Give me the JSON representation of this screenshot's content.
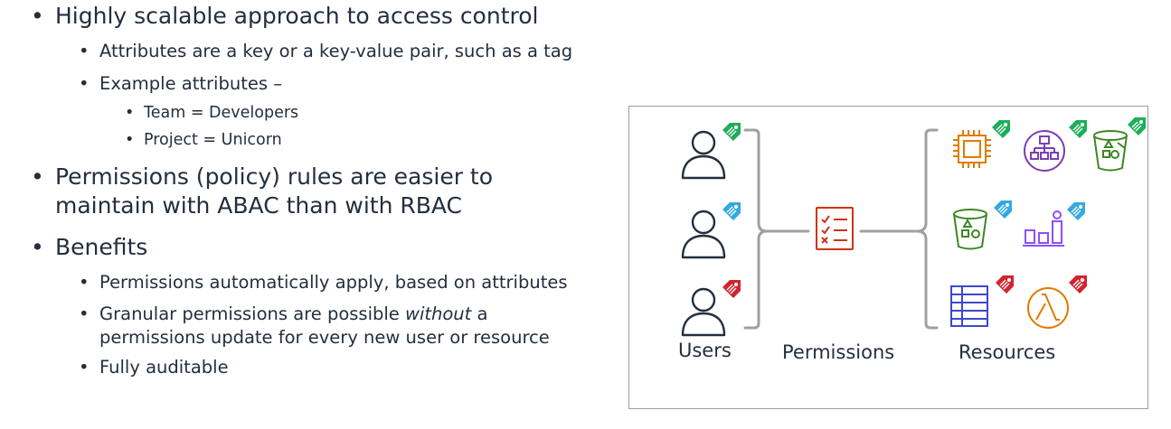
{
  "bullets": {
    "b1": "Highly scalable approach to access control",
    "b1_1": "Attributes are a key or a key-value pair, such as a tag",
    "b1_2": "Example attributes –",
    "b1_2_1": "Team = Developers",
    "b1_2_2": "Project = Unicorn",
    "b2_line1": "Permissions (policy) rules are easier to",
    "b2_line2": "maintain with ABAC than with RBAC",
    "b3": "Benefits",
    "b3_1": "Permissions automatically apply, based on attributes",
    "b3_2_pre": "Granular permissions are possible ",
    "b3_2_em": "without",
    "b3_2_post": " a",
    "b3_2_line2": "permissions update for every new user or resource",
    "b3_3": "Fully auditable"
  },
  "diagram": {
    "users_label": "Users",
    "permissions_label": "Permissions",
    "resources_label": "Resources",
    "colors": {
      "tag_green": "#1eae5a",
      "tag_blue": "#33a9e0",
      "tag_red": "#d1242f",
      "bracket": "#a0a0a0",
      "compute": "#e07b00",
      "network": "#7b3fb5",
      "storage": "#3f8624",
      "analytics": "#8c4fff",
      "database": "#3b48cc",
      "lambda": "#e07b00",
      "checklist": "#d13212"
    },
    "icons": [
      "user-icon",
      "checklist-icon",
      "compute-chip-icon",
      "network-hierarchy-icon",
      "storage-bucket-icon",
      "analytics-bars-icon",
      "database-table-icon",
      "lambda-icon",
      "tag-icon"
    ]
  }
}
